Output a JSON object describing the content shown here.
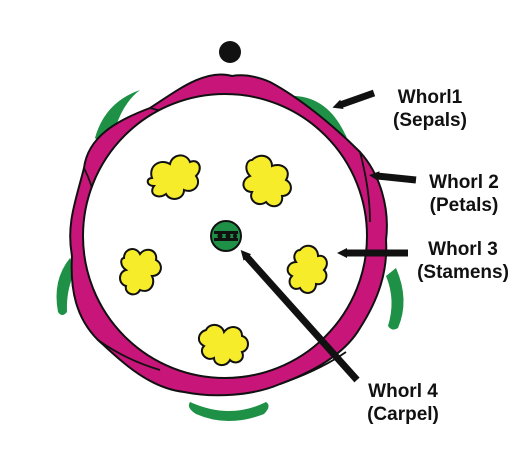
{
  "labels": {
    "whorl1": {
      "name": "Whorl1",
      "part": "(Sepals)"
    },
    "whorl2": {
      "name": "Whorl 2",
      "part": "(Petals)"
    },
    "whorl3": {
      "name": "Whorl 3",
      "part": "(Stamens)"
    },
    "whorl4": {
      "name": "Whorl 4",
      "part": "(Carpel)"
    }
  },
  "colors": {
    "sepal": "#1e9146",
    "petal": "#c8157a",
    "stamen": "#f6ec2a",
    "carpel": "#1e9146",
    "outline": "#111111",
    "center_bg": "#ffffff",
    "marker": "#111111"
  }
}
